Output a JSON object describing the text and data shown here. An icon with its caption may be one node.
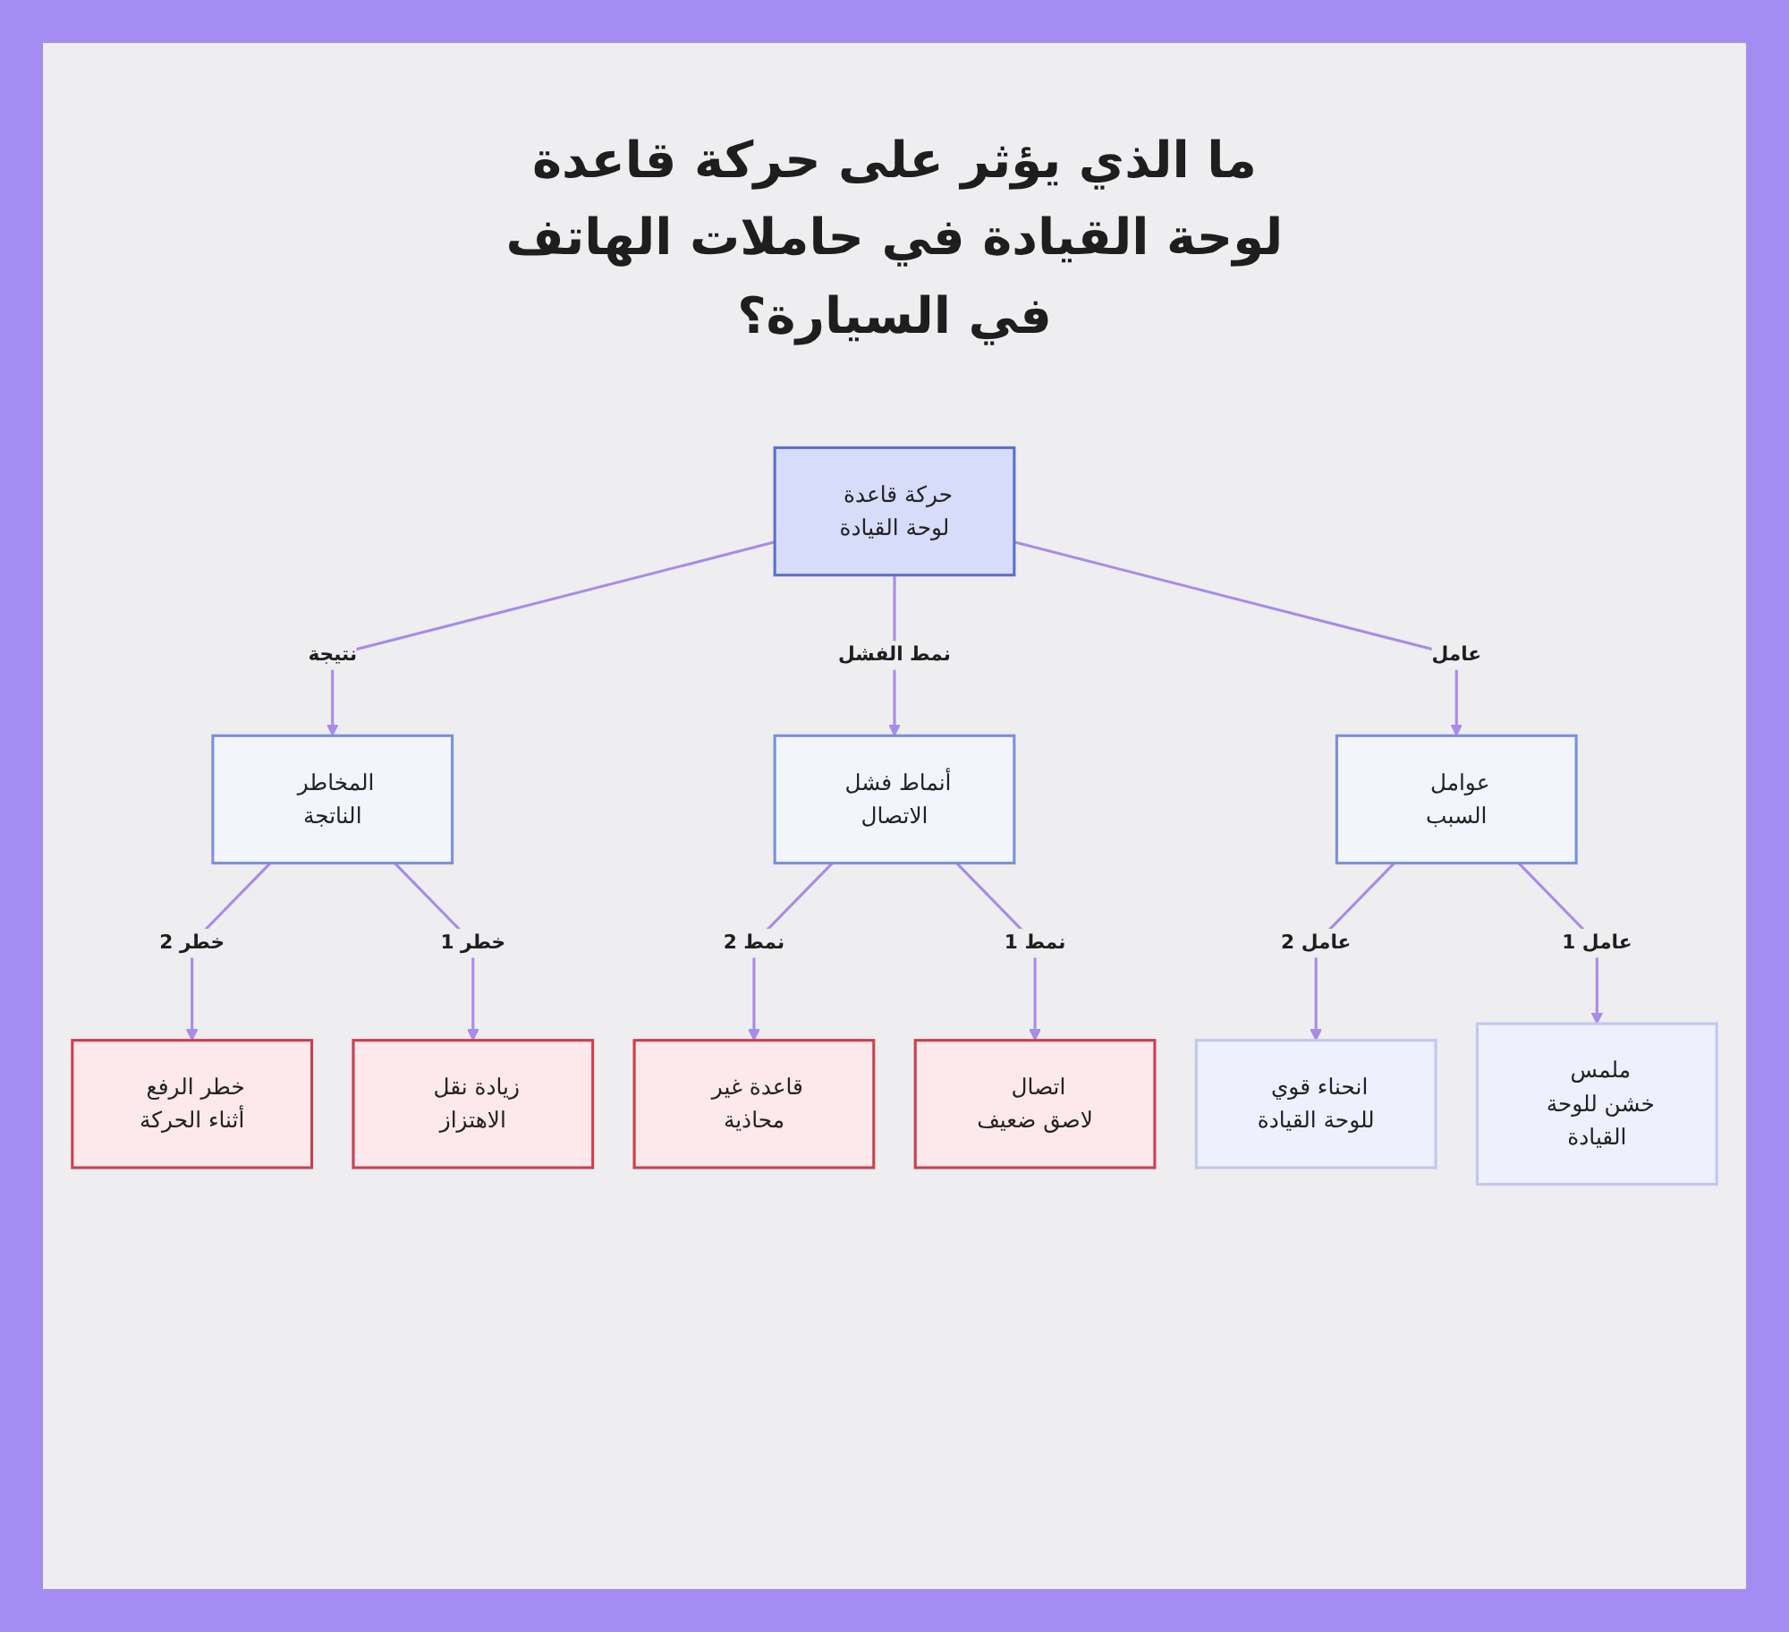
{
  "diagram": {
    "title": "ما الذي يؤثر على حركة قاعدة لوحة القيادة في حاملات الهاتف في السيارة؟",
    "nodes": [
      {
        "text": [
          "حركة قاعدة لوحة القيادة"
        ]
      },
      {
        "text": [
          "المخاطر الناتجة"
        ]
      },
      {
        "text": [
          "أنماط فشل الاتصال"
        ]
      },
      {
        "text": [
          "عوامل السبب"
        ]
      },
      {
        "text": [
          "خطر الرفع أثناء الحركة"
        ]
      },
      {
        "text": [
          "زيادة نقل الاهتزاز"
        ]
      },
      {
        "text": [
          "قاعدة غير محاذية"
        ]
      },
      {
        "text": [
          "اتصال لاصق ضعيف"
        ]
      },
      {
        "text": [
          "انحناء قوي للوحة القيادة"
        ]
      },
      {
        "text": [
          "ملمس خشن للوحة القيادة"
        ]
      }
    ],
    "edges": [
      {
        "from": 0,
        "to": 1,
        "arrow": "to",
        "label": "نتيجة"
      },
      {
        "from": 0,
        "to": 2,
        "arrow": "to",
        "label": "نمط الفشل"
      },
      {
        "from": 0,
        "to": 3,
        "arrow": "to",
        "label": "عامل"
      },
      {
        "from": 1,
        "to": 4,
        "arrow": "to",
        "label": "خطر 2"
      },
      {
        "from": 1,
        "to": 5,
        "arrow": "to",
        "label": "خطر 1"
      },
      {
        "from": 2,
        "to": 6,
        "arrow": "to",
        "label": "نمط 2"
      },
      {
        "from": 2,
        "to": 7,
        "arrow": "to",
        "label": "نمط 1"
      },
      {
        "from": 3,
        "to": 8,
        "arrow": "to",
        "label": "عامل 2"
      },
      {
        "from": 3,
        "to": 9,
        "arrow": "to",
        "label": "عامل 1"
      }
    ]
  }
}
